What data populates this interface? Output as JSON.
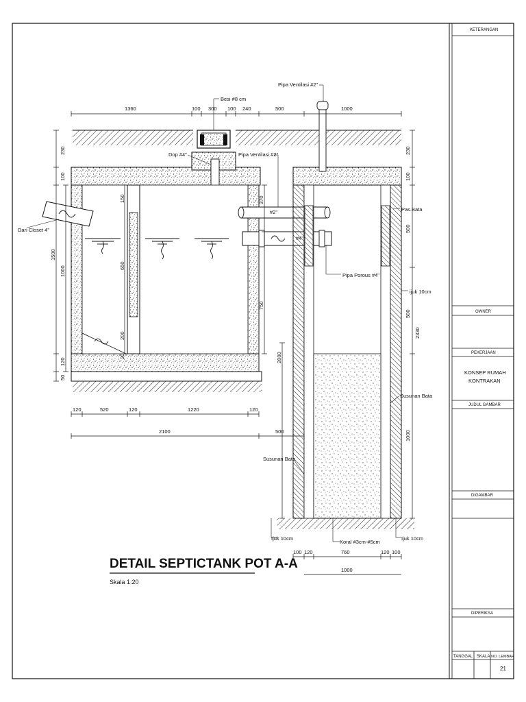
{
  "drawing": {
    "title": "DETAIL SEPTICTANK POT A-A",
    "scale": "Skala 1:20",
    "labels": {
      "besi": "Besi #8 cm",
      "pipa_ventilasi_top": "Pipa Ventilasi #2\"",
      "dop": "Dop #4\"",
      "pipa_ventilasi_mid": "Pipa Ventilasi #2\"",
      "dari_closet": "Dari Closet 4\"",
      "pipe_2": "#2\"",
      "pipe_4": "#4\"",
      "pas_bata": "Pas.Bata",
      "pipa_porous": "Pipa Porous #4\"",
      "ijuk_right_mid": "ijuk 10cm",
      "susunan_bata_right": "Susunan Bata",
      "susunan_bata_left": "Susunan Bata",
      "ijuk_left": "Ijuk 10cm",
      "koral": "Koral #3cm-#5cm",
      "ijuk_right_bottom": "Ijuk 10cm"
    },
    "dims": {
      "top_1360": "1360",
      "top_100a": "100",
      "top_300": "300",
      "top_100b": "100",
      "top_240": "240",
      "top_500": "500",
      "top_1000": "1000",
      "left_230": "230",
      "left_100": "100",
      "left_1500": "1500",
      "left_1000": "1000",
      "left_120": "120",
      "left_50": "50",
      "in_150": "150",
      "in_650": "650",
      "in_200": "200",
      "in_20": "20",
      "mid_370": "370",
      "mid_750": "750",
      "mid_2000": "2000",
      "r_230": "230",
      "r_100": "100",
      "r_500a": "500",
      "r_500b": "500",
      "r_2330": "2330",
      "r_1000": "1000",
      "b_120a": "120",
      "b_520": "520",
      "b_120b": "120",
      "b_1220": "1220",
      "b_120c": "120",
      "b_2100": "2100",
      "b_500": "500",
      "w_100a": "100",
      "w_120a": "120",
      "w_760": "760",
      "w_120b": "120",
      "w_100b": "100",
      "w_1000": "1000"
    }
  },
  "title_block": {
    "keterangan": "KETERANGAN",
    "owner": "OWNER",
    "pekerjaan": "PEKERJAAN",
    "project_line1": "KONSEP RUMAH",
    "project_line2": "KONTRAKAN",
    "judul_gambar": "JUDUL GAMBAR",
    "digambar": "DIGAMBAR",
    "diperiksa": "DIPERIKSA",
    "tanggal": "TANGGAL",
    "skala": "SKALA",
    "no_lembar": "NO. LEMBAR",
    "sheet_no": "21"
  }
}
